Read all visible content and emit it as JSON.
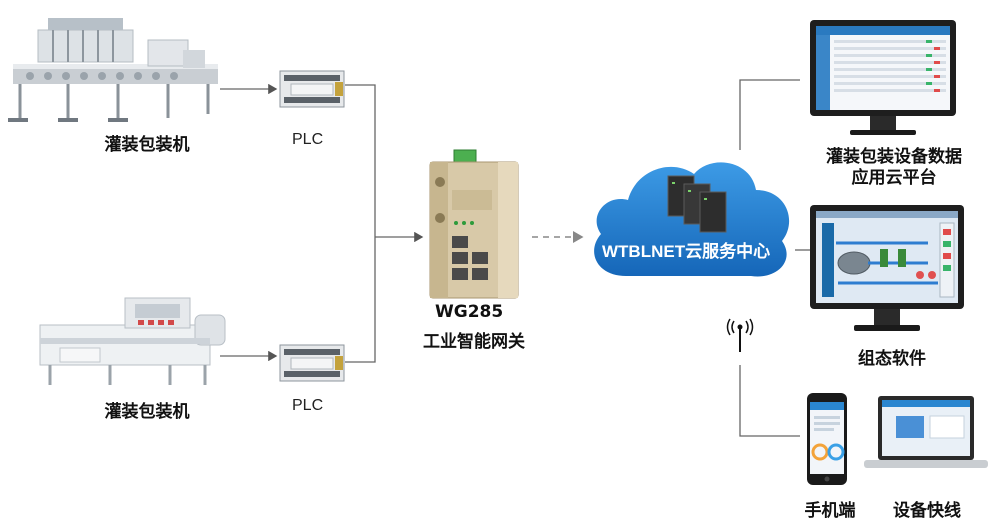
{
  "machine_top": {
    "label": "灌装包装机"
  },
  "machine_bottom": {
    "label": "灌装包装机"
  },
  "plc_top": {
    "label": "PLC"
  },
  "plc_bottom": {
    "label": "PLC"
  },
  "gateway": {
    "model": "WG285",
    "name": "工业智能网关"
  },
  "cloud": {
    "label": "WTBLNET云服务中心"
  },
  "platform": {
    "line1": "灌装包装设备数据",
    "line2": "应用云平台"
  },
  "scada": {
    "label": "组态软件"
  },
  "mobile": {
    "label": "手机端"
  },
  "laptop": {
    "label": "设备快线"
  },
  "colors": {
    "cloud": "#1e7fd0",
    "line": "#555555",
    "gateway_body": "#d8c9a8"
  }
}
